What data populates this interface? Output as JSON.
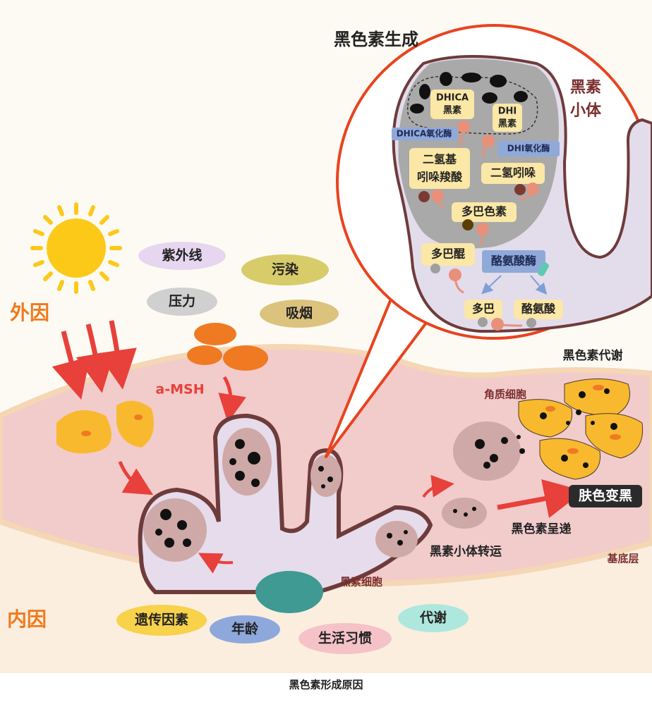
{
  "title": "黑色素生成",
  "melanosome_label": [
    "黑素",
    "小体"
  ],
  "external_label": "外因",
  "internal_label": "内因",
  "external_factors": [
    "紫外线",
    "污染",
    "压力",
    "吸烟"
  ],
  "internal_factors": [
    "遗传因素",
    "年龄",
    "生活习惯",
    "代谢"
  ],
  "hormone": "a-MSH",
  "pathway": {
    "dhica_melanin": [
      "DHICA",
      "黑素"
    ],
    "dhi_melanin": [
      "DHI",
      "黑素"
    ],
    "dhica_oxidase": "DHICA氧化酶",
    "dhi_oxidase": "DHI氧化酶",
    "dhica": [
      "二氢基",
      "吲哚羧酸"
    ],
    "dhi": "二氢吲哚",
    "dopachrome": "多巴色素",
    "dopaquinone": "多巴醌",
    "tyrosinase": "酪氨酸酶",
    "dopa": "多巴",
    "tyrosine": "酪氨酸"
  },
  "labels": {
    "metabolism": "黑色素代谢",
    "keratinocyte": "角质细胞",
    "darkening": "肤色变黑",
    "presentation": "黑色素呈递",
    "transport": "黑素小体转运",
    "basal_layer": "基底层",
    "melanocyte": "黑素细胞"
  },
  "caption": "黑色素形成原因"
}
